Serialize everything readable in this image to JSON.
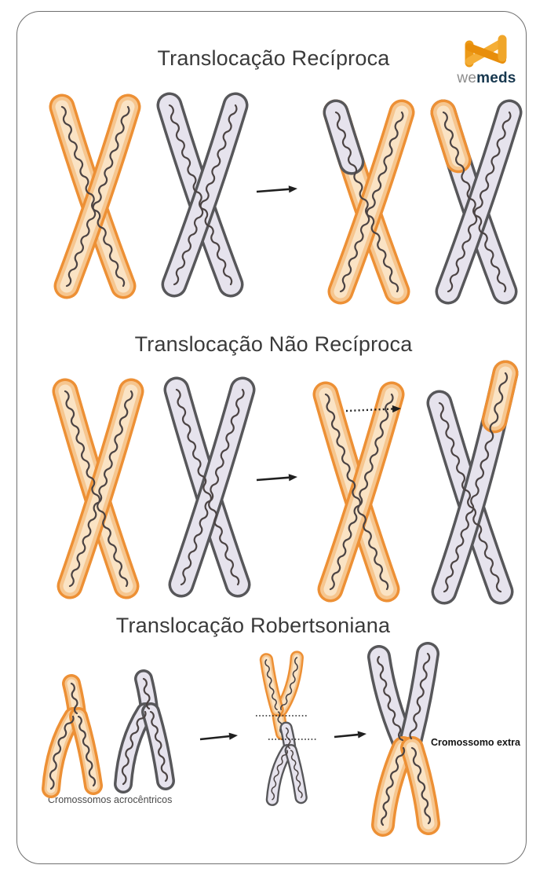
{
  "logo": {
    "we": "we",
    "meds": "meds",
    "mark": "wemeds-ribbon-mark"
  },
  "sections": [
    {
      "title": "Translocação Recíproca"
    },
    {
      "title": "Translocação Não Recíproca"
    },
    {
      "title": "Translocação Robertsoniana",
      "caption_left": "Cromossomos acrocêntricos",
      "caption_right": "Cromossomo extra"
    }
  ],
  "colors": {
    "orange_outline": "#ED9035",
    "orange_mid": "#F6C68F",
    "orange_fill": "#FAE3C4",
    "gray_outline": "#57575A",
    "gray_fill": "#E6E3ED",
    "dna": "#4B4343",
    "arrow": "#1F1F1F",
    "title": "#3A3A3A",
    "caption": "#4A4A4A",
    "frame": "#6F6F6F",
    "logo_orange_dark": "#E88E0B",
    "logo_orange_mid": "#EC9A18",
    "logo_orange_light": "#F5AE36",
    "logo_we": "#8D8D8D",
    "logo_meds": "#16374E"
  }
}
